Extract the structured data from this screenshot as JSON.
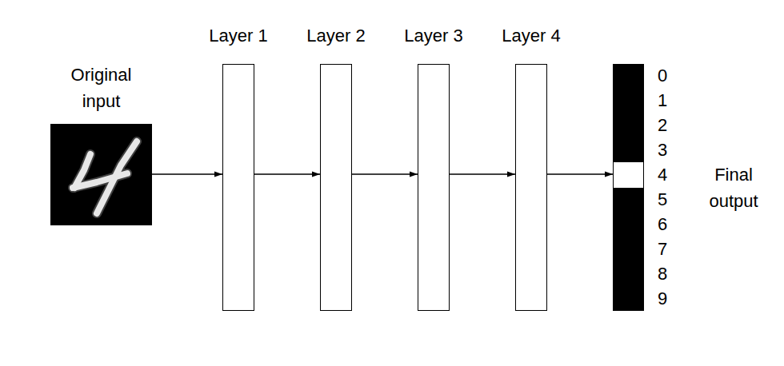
{
  "diagram": {
    "nodes": [
      {
        "text": [
          "Original input"
        ]
      },
      {
        "text": [
          "Layer 1"
        ]
      },
      {
        "text": [
          "Layer 2"
        ]
      },
      {
        "text": [
          "Layer 3"
        ]
      },
      {
        "text": [
          "Layer 4"
        ]
      },
      {
        "text": [
          "Final output"
        ]
      }
    ],
    "edges": [
      {
        "from": 0,
        "to": 1,
        "arrow": "to"
      },
      {
        "from": 1,
        "to": 2,
        "arrow": "to"
      },
      {
        "from": 2,
        "to": 3,
        "arrow": "to"
      },
      {
        "from": 3,
        "to": 4,
        "arrow": "to"
      },
      {
        "from": 4,
        "to": 5,
        "arrow": "to"
      }
    ],
    "labels": [
      "0",
      "1",
      "2",
      "3",
      "4",
      "5",
      "6",
      "7",
      "8",
      "9"
    ]
  }
}
